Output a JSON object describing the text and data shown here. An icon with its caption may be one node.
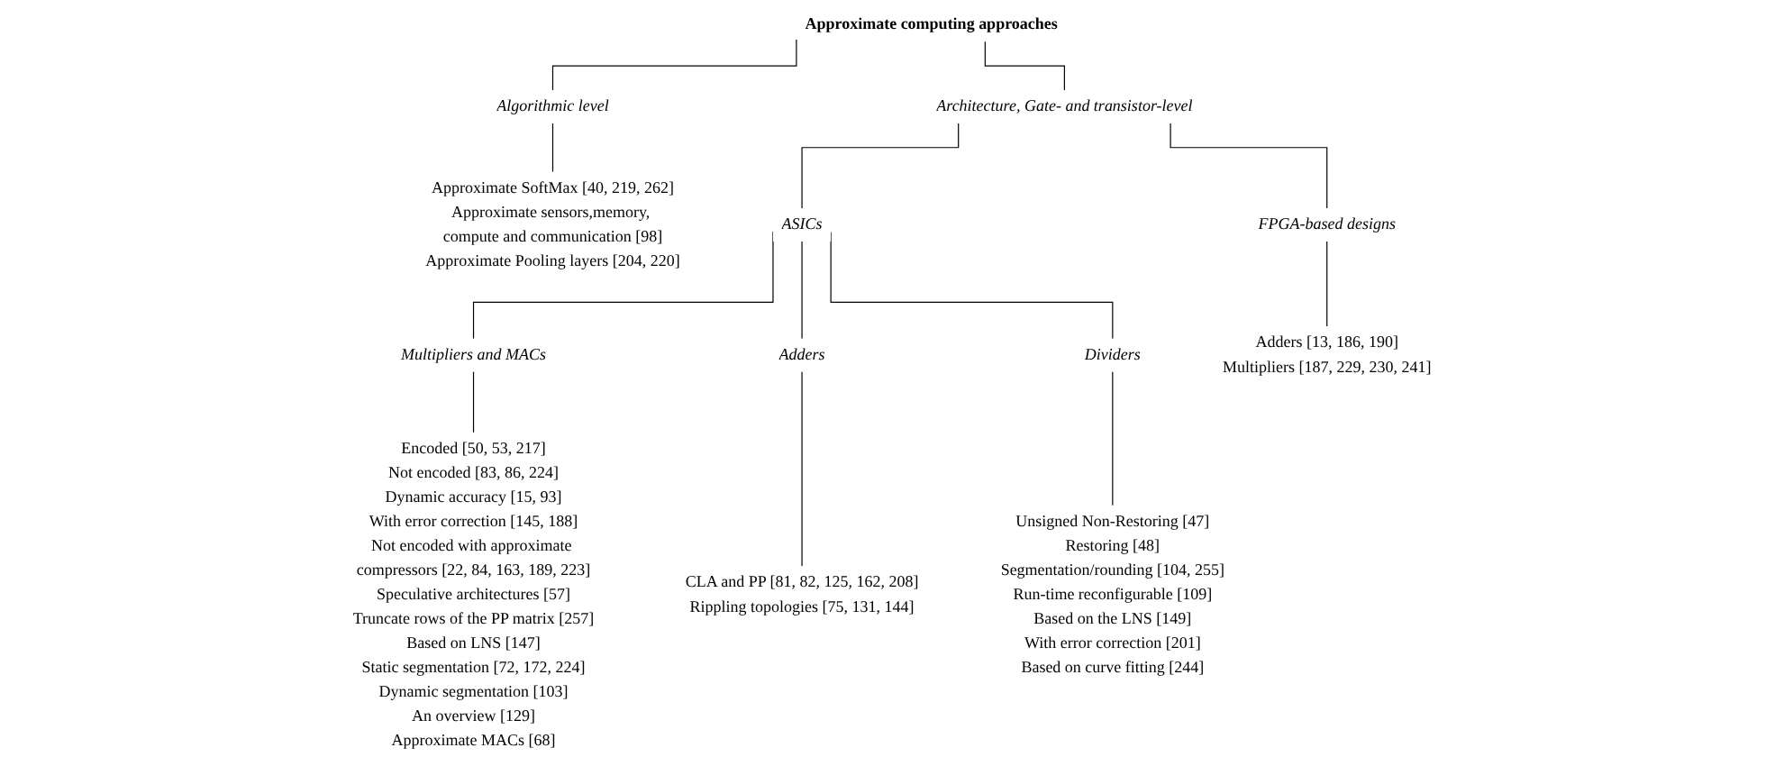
{
  "diagram": {
    "nodes": [
      {
        "text": [
          "Approximate computing approaches"
        ]
      },
      {
        "text": [
          "Algorithmic level"
        ]
      },
      {
        "text": [
          "Approximate SoftMax [40, 219, 262]",
          "Approximate sensors,memory, compute and communication [98]",
          "Approximate Pooling layers [204, 220]"
        ]
      },
      {
        "text": [
          "Architecture, Gate- and transistor-level"
        ]
      },
      {
        "text": [
          "ASICs"
        ]
      },
      {
        "text": [
          "FPGA-based designs"
        ]
      },
      {
        "text": [
          "Multipliers and MACs"
        ]
      },
      {
        "text": [
          "Adders"
        ]
      },
      {
        "text": [
          "Dividers"
        ]
      },
      {
        "text": [
          "Encoded [50, 53, 217]",
          "Not encoded [83, 86, 224]",
          "Dynamic accuracy [15, 93]",
          "With error correction [145, 188]",
          "Not encoded with approximate compressors [22, 84, 163, 189, 223]",
          "Speculative architectures [57]",
          "Truncate rows of the PP matrix [257]",
          "Based on LNS [147]",
          "Static segmentation [72, 172, 224]",
          "Dynamic segmentation [103]",
          "An overview [129]",
          "Approximate MACs [68]"
        ]
      },
      {
        "text": [
          "CLA and PP [81, 82, 125, 162, 208]",
          "Rippling topologies [75, 131, 144]"
        ]
      },
      {
        "text": [
          "Unsigned Non-Restoring [47]",
          "Restoring [48]",
          "Segmentation/rounding [104, 255]",
          "Run-time reconfigurable [109]",
          "Based on the LNS [149]",
          "With error correction [201]",
          "Based on curve fitting [244]"
        ]
      },
      {
        "text": [
          "Adders [13, 186, 190]",
          "Multipliers [187, 229, 230, 241]"
        ]
      }
    ],
    "edges": [
      {
        "from": 0,
        "to": 1,
        "arrow": "none"
      },
      {
        "from": 0,
        "to": 3,
        "arrow": "none"
      },
      {
        "from": 1,
        "to": 2,
        "arrow": "none"
      },
      {
        "from": 3,
        "to": 4,
        "arrow": "none"
      },
      {
        "from": 3,
        "to": 5,
        "arrow": "none"
      },
      {
        "from": 4,
        "to": 6,
        "arrow": "none"
      },
      {
        "from": 4,
        "to": 7,
        "arrow": "none"
      },
      {
        "from": 4,
        "to": 8,
        "arrow": "none"
      },
      {
        "from": 6,
        "to": 9,
        "arrow": "none"
      },
      {
        "from": 7,
        "to": 10,
        "arrow": "none"
      },
      {
        "from": 8,
        "to": 11,
        "arrow": "none"
      },
      {
        "from": 5,
        "to": 12,
        "arrow": "none"
      }
    ]
  }
}
